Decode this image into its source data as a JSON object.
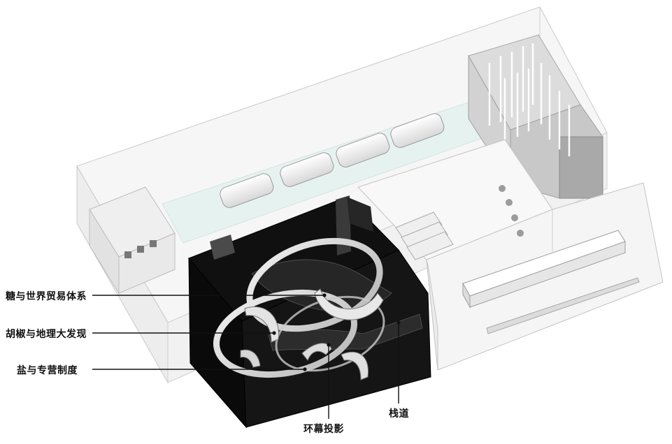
{
  "labels": {
    "sugar_trade": "糖与世界贸易体系",
    "pepper_discovery": "胡椒与地理大发现",
    "salt_monopoly": "盐与专营制度",
    "plank_walkway": "栈道",
    "ring_projection": "环幕投影"
  }
}
